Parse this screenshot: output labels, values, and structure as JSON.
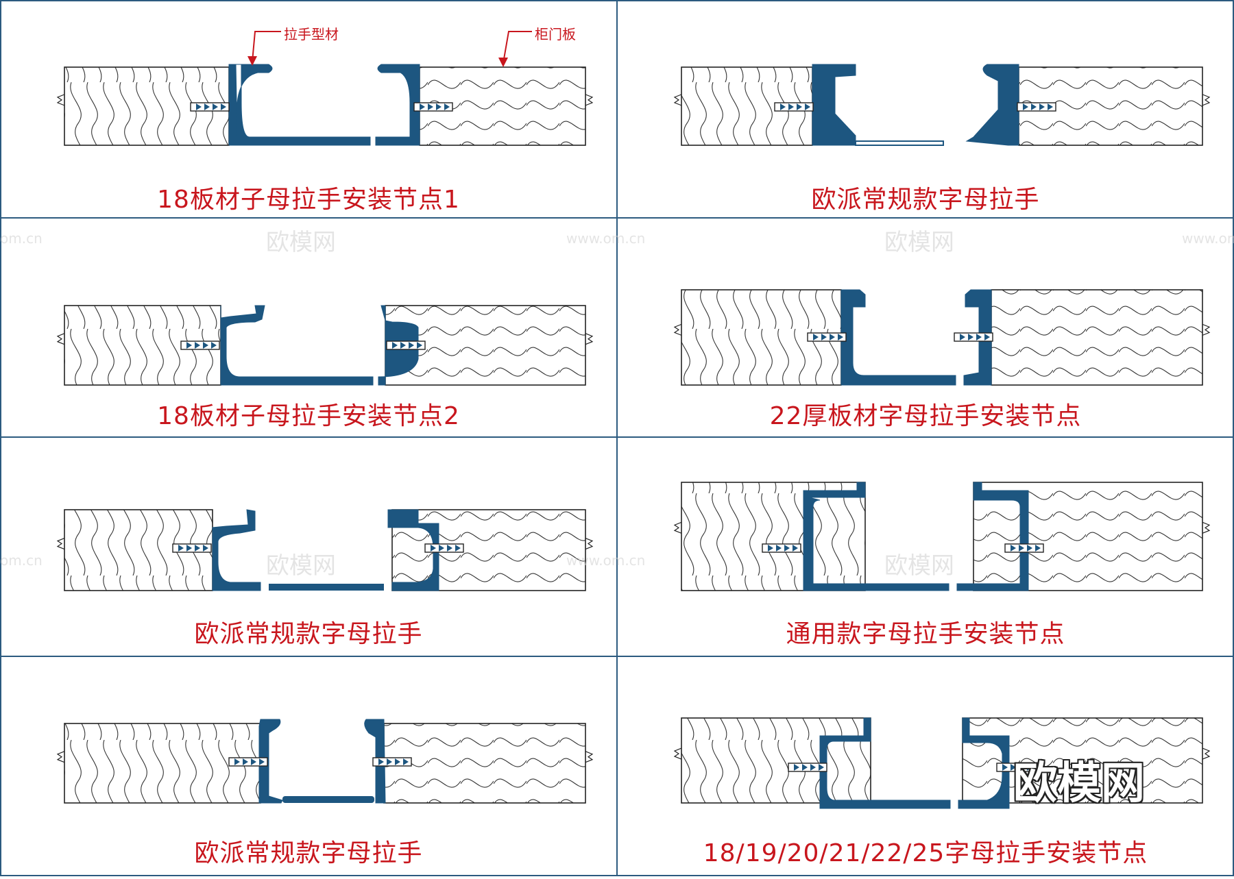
{
  "callouts": {
    "profile": "拉手型材",
    "door_panel": "柜门板"
  },
  "panels": [
    {
      "caption": "18板材子母拉手安装节点1"
    },
    {
      "caption": "欧派常规款字母拉手"
    },
    {
      "caption": "18板材子母拉手安装节点2"
    },
    {
      "caption": "22厚板材字母拉手安装节点"
    },
    {
      "caption": "欧派常规款字母拉手"
    },
    {
      "caption": "通用款字母拉手安装节点"
    },
    {
      "caption": "欧派常规款字母拉手"
    },
    {
      "caption": "18/19/20/21/22/25字母拉手安装节点"
    }
  ],
  "watermarks": {
    "site": "www.om.cn",
    "site_partial": "om.cn",
    "brand": "欧模网"
  },
  "colors": {
    "profile": "#1d5680",
    "border": "#2c5a7f",
    "caption": "#c8161d",
    "wood": "#333333"
  }
}
